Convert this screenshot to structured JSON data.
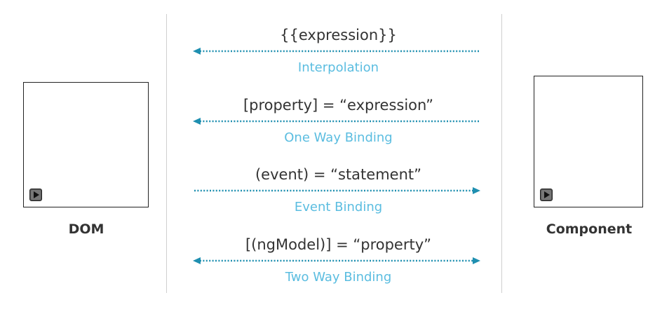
{
  "dom": {
    "caption": "DOM"
  },
  "component": {
    "caption": "Component"
  },
  "bindings": [
    {
      "expression": "{{expression}}",
      "label": "Interpolation",
      "direction": "left"
    },
    {
      "expression": "[property] = “expression”",
      "label": "One Way Binding",
      "direction": "left"
    },
    {
      "expression": "(event) = “statement”",
      "label": "Event Binding",
      "direction": "right"
    },
    {
      "expression": "[(ngModel)] = “property”",
      "label": "Two Way Binding",
      "direction": "both"
    }
  ],
  "colors": {
    "arrow": "#1f8fb0",
    "label": "#5bbde0"
  }
}
